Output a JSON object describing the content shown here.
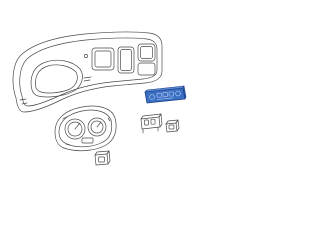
{
  "diagram": {
    "type": "exploded-parts-line-drawing",
    "colors": {
      "background": "#ffffff",
      "line": "#4a4a4a",
      "highlight_fill": "#3a6fc4",
      "highlight_stroke": "#1b3f86",
      "highlight_detail": "#b9cdf0"
    },
    "parts": [
      {
        "name": "instrument-panel-bezel",
        "highlighted": false
      },
      {
        "name": "instrument-cluster",
        "highlighted": false
      },
      {
        "name": "climate-control-module",
        "highlighted": true
      },
      {
        "name": "cluster-switch-group",
        "highlighted": false
      },
      {
        "name": "small-switch-knob",
        "highlighted": false
      },
      {
        "name": "small-switch-knob",
        "highlighted": false
      }
    ]
  }
}
